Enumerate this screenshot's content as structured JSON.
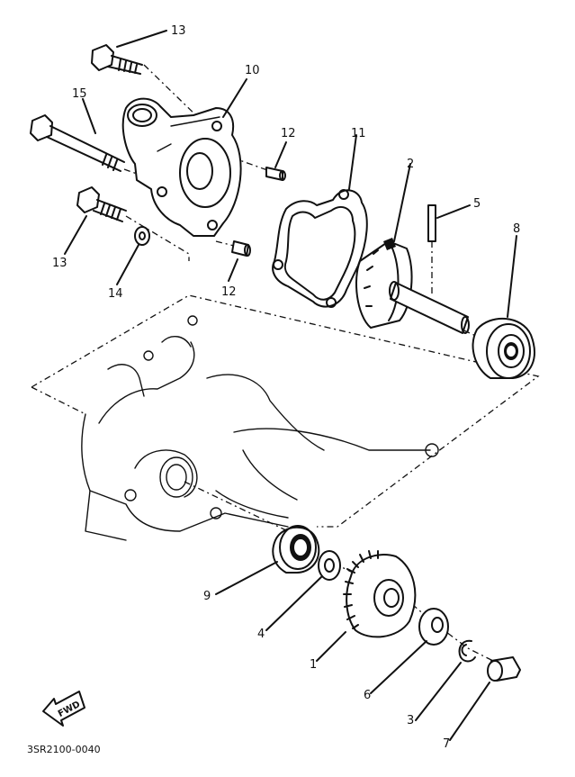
{
  "diagram_code": "3SR2100-0040",
  "direction_label": "FWD",
  "callouts": [
    {
      "id": "13a",
      "label": "13"
    },
    {
      "id": "10",
      "label": "10"
    },
    {
      "id": "15",
      "label": "15"
    },
    {
      "id": "12a",
      "label": "12"
    },
    {
      "id": "11",
      "label": "11"
    },
    {
      "id": "2",
      "label": "2"
    },
    {
      "id": "5",
      "label": "5"
    },
    {
      "id": "8",
      "label": "8"
    },
    {
      "id": "13b",
      "label": "13"
    },
    {
      "id": "14",
      "label": "14"
    },
    {
      "id": "12b",
      "label": "12"
    },
    {
      "id": "9",
      "label": "9"
    },
    {
      "id": "4",
      "label": "4"
    },
    {
      "id": "1",
      "label": "1"
    },
    {
      "id": "6",
      "label": "6"
    },
    {
      "id": "3",
      "label": "3"
    },
    {
      "id": "7",
      "label": "7"
    }
  ]
}
